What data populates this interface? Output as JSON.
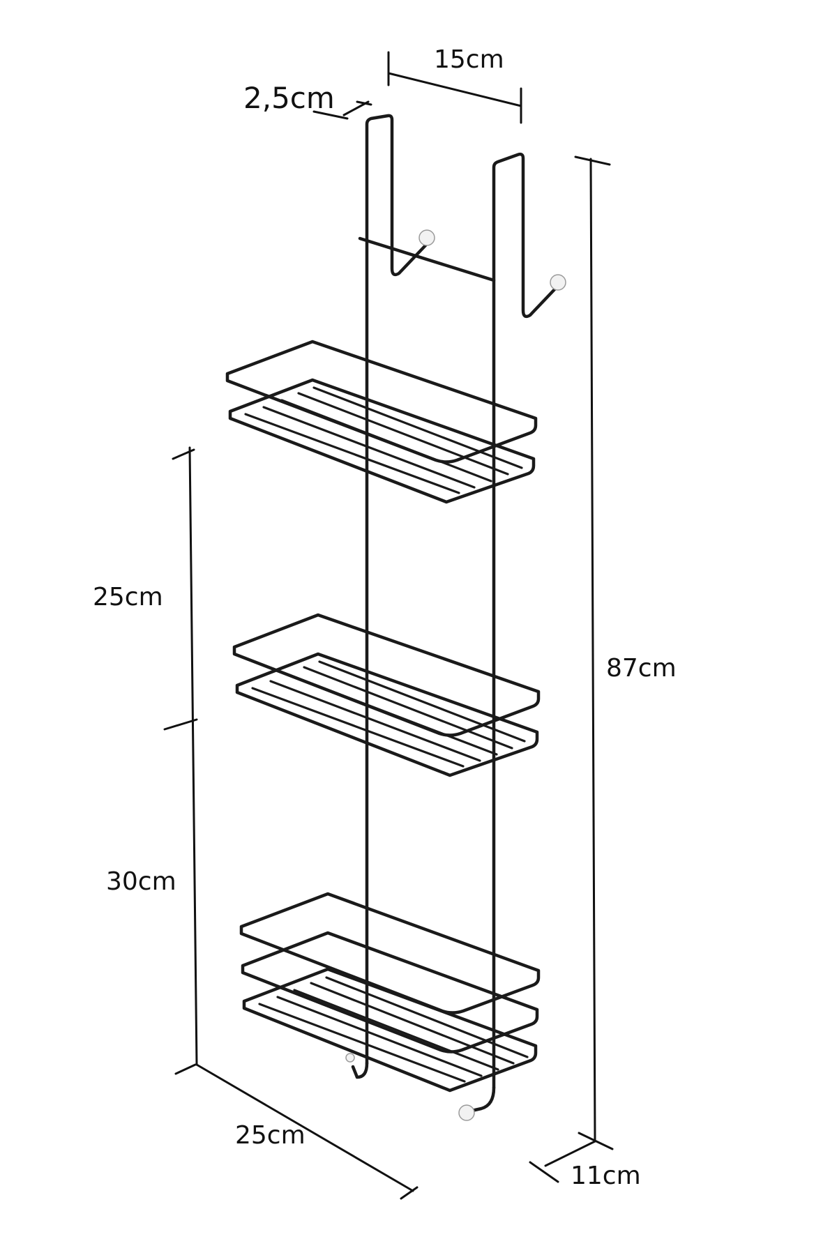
{
  "dimensions": {
    "hook_depth": "2,5cm",
    "hook_spacing": "15cm",
    "top_shelf_gap": "25cm",
    "bottom_shelf_gap": "30cm",
    "total_height": "87cm",
    "width": "25cm",
    "depth": "11cm"
  },
  "colors": {
    "wire": "#1a1a1a",
    "background": "#ffffff",
    "knob": "#f2f2f2"
  }
}
